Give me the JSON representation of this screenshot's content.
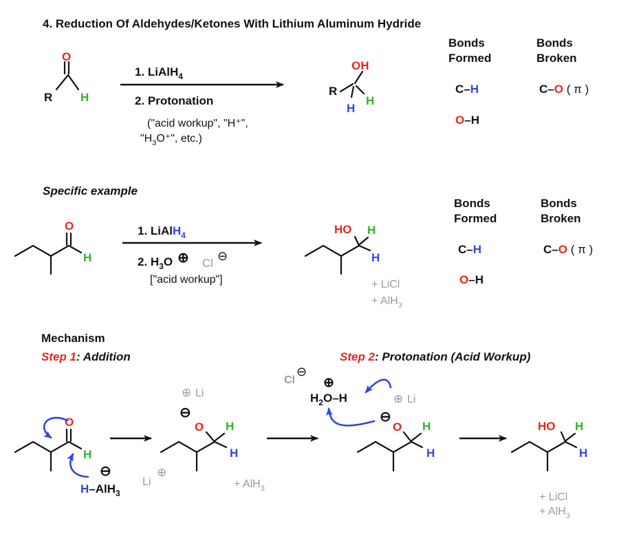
{
  "title": "4. Reduction Of Aldehydes/Ketones With Lithium Aluminum Hydride",
  "colors": {
    "red": "#e8261b",
    "green": "#2fb52a",
    "blue": "#2f45e6",
    "gray": "#9a9a9a",
    "black": "#111111"
  },
  "general": {
    "ald": {
      "O": "O",
      "R": "R",
      "H": "H"
    },
    "step1_prefix": "1. LiAlH",
    "step1_sub": "4",
    "step2": "2. Protonation",
    "note_line1": "(\"acid workup\", \"H⁺\",",
    "note_line2_a": "\"H",
    "note_line2_sub": "3",
    "note_line2_b": "O⁺\", etc.)",
    "prod": {
      "OH": "OH",
      "R": "R",
      "H_blue": "H",
      "H_green": "H"
    }
  },
  "bonds_table_1": {
    "formed_l1": "Bonds",
    "formed_l2": "Formed",
    "broken_l1": "Bonds",
    "broken_l2": "Broken",
    "ch_c": "C–",
    "ch_h": "H",
    "oh_o": "O",
    "oh_h": "–H",
    "co_c": "C–",
    "co_o": "O",
    "co_pi": "( π )"
  },
  "specific": {
    "heading": "Specific example",
    "O": "O",
    "H": "H",
    "step1_prefix": "1. LiAl",
    "step1_H4": "H",
    "step1_sub": "4",
    "step2_prefix": "2. H",
    "step2_sub": "3",
    "step2_O": "O",
    "plus_symbol": "⊕",
    "cl": "Cl",
    "minus_symbol": "⊖",
    "workup": "[\"acid workup\"]",
    "prod_HO": "HO",
    "prod_H_green": "H",
    "prod_H_blue": "H",
    "byprod1": "+ LiCl",
    "byprod2_a": "+ AlH",
    "byprod2_sub": "3"
  },
  "bonds_table_2": {
    "formed_l1": "Bonds",
    "formed_l2": "Formed",
    "broken_l1": "Bonds",
    "broken_l2": "Broken",
    "ch_c": "C–",
    "ch_h": "H",
    "oh_o": "O",
    "oh_h": "–H",
    "co_c": "C–",
    "co_o": "O",
    "co_pi": "( π )"
  },
  "mechanism": {
    "heading": "Mechanism",
    "step1_label": "Step 1",
    "step1_text": ": Addition",
    "step2_label": "Step 2",
    "step2_text": ": Protonation (Acid Workup)",
    "s1": {
      "O": "O",
      "H": "H",
      "minus": "⊖",
      "hydride_H": "H",
      "hydride_rest": "–AlH",
      "hydride_sub": "3",
      "li": "Li",
      "li_plus": "⊕"
    },
    "s2": {
      "li_plus": "⊕",
      "li": "Li",
      "minus": "⊖",
      "O": "O",
      "H_green": "H",
      "H_blue": "H",
      "byprod_a": "+ AlH",
      "byprod_sub": "3"
    },
    "s3": {
      "cl": "Cl",
      "cl_minus": "⊖",
      "plus": "⊕",
      "h2o_a": "H",
      "h2o_sub": "2",
      "h2o_b": "O–H",
      "li_plus": "⊕",
      "li": "Li",
      "minus": "⊖",
      "O": "O",
      "H_green": "H",
      "H_blue": "H"
    },
    "s4": {
      "HO": "HO",
      "H_green": "H",
      "H_blue": "H",
      "byprod1": "+ LiCl",
      "byprod2_a": "+ AlH",
      "byprod2_sub": "3"
    }
  }
}
